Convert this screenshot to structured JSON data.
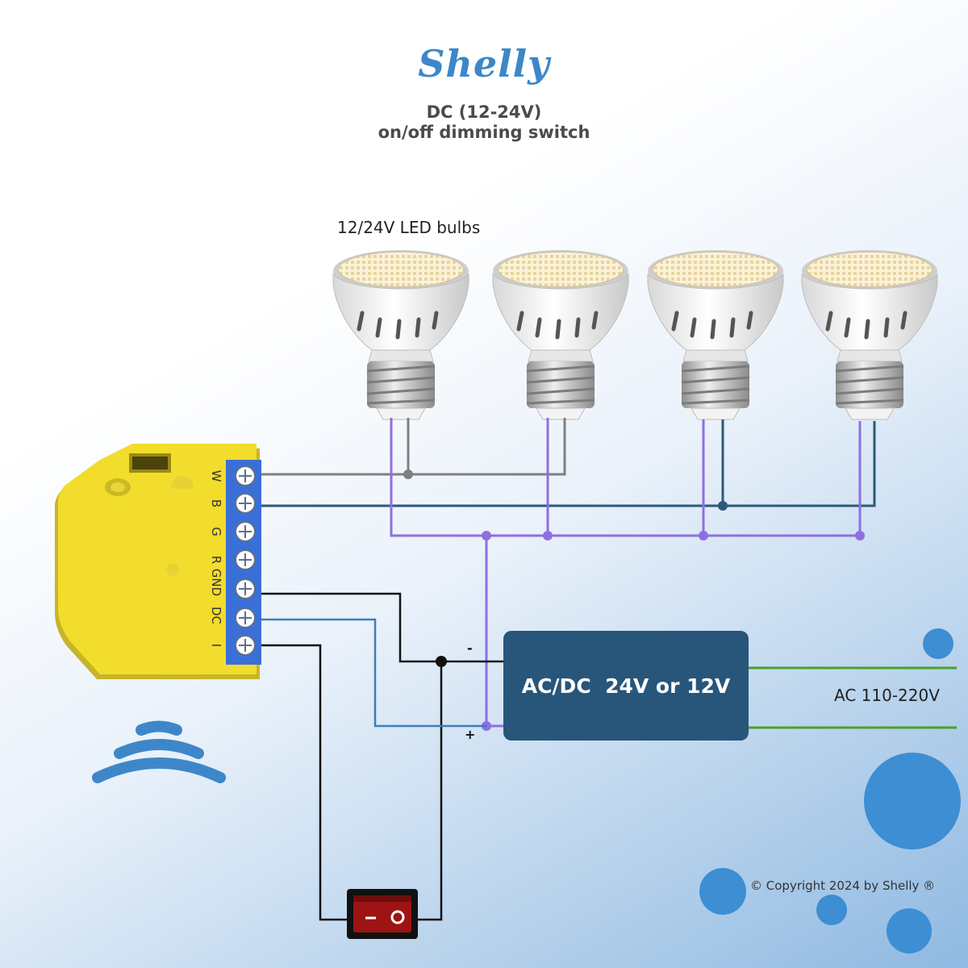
{
  "brand": "Shelly",
  "title_line1": "DC (12-24V)",
  "title_line2": "on/off dimming switch",
  "bulbs_label": "12/24V LED bulbs",
  "psu_label": "AC/DC  24V or 12V",
  "ac_label": "AC 110-220V",
  "psu_minus": "-",
  "psu_plus": "+",
  "terminals": [
    "W",
    "B",
    "G",
    "R",
    "GND",
    "DC",
    "I"
  ],
  "copyright": "© Copyright 2024 by Shelly ®",
  "colors": {
    "brand": "#3d87c9",
    "device": "#f2dd2c",
    "terminal_block": "#3a6fd8",
    "wire_w": "#808080",
    "wire_b": "#2c5a78",
    "wire_plus": "#8f6fe0",
    "wire_black": "#111111",
    "wire_dc": "#3f7db5",
    "wire_ac": "#4aa12a",
    "psu": "#27567a",
    "dots": "#3d8ed2"
  }
}
